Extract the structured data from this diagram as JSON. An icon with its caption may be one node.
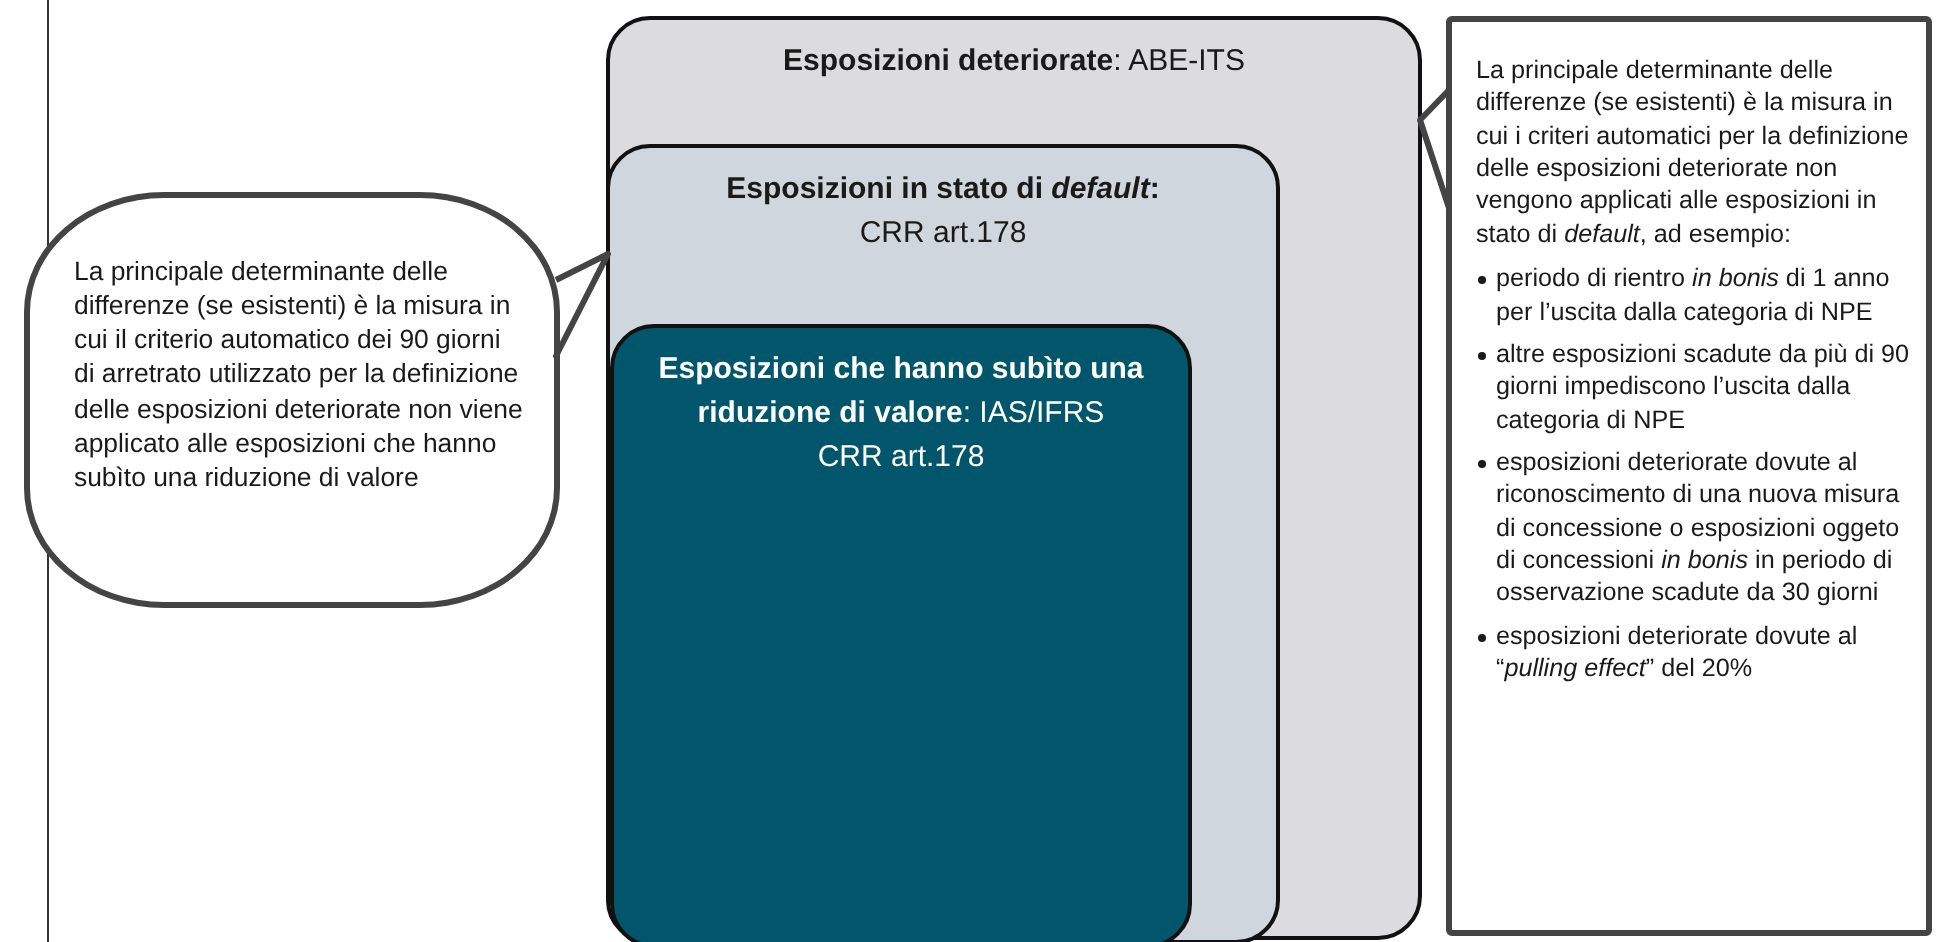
{
  "diagram": {
    "nodes": [
      {
        "text": [
          "**Esposizioni deteriorate**: ABE-ITS"
        ]
      },
      {
        "text": [
          "Esposizioni in stato di *default*:",
          "CRR art.178"
        ],
        "in": 0
      },
      {
        "text": [
          "**Esposizioni che hanno subìto una riduzione di valore**: IAS/IFRS",
          "CRR art.178"
        ],
        "in": 1
      },
      {
        "text": [
          "La principale determinante delle differenze (se esistenti) è la misura in cui il criterio automatico dei 90 giorni di arretrato utilizzato per la definizione delle esposizioni deteriorate non viene applicato alle esposizioni che hanno subìto una riduzione di valore"
        ]
      },
      {
        "text": [
          "La principale determinante delle differenze (se esistenti) è la misura in cui i criteri automatici per la definizione delle esposizioni deteriorate non vengono applicati alle esposizioni in stato di *default*, ad esempio:",
          "periodo di rientro *in bonis* di 1 anno per l’uscita dalla categoria di NPE",
          "altre esposizioni scadute da più di 90 giorni impediscono l’uscita dalla categoria di NPE",
          "esposizioni deteriorate dovute al riconoscimento di una nuova misura di concessione o esposizioni oggeto di concessioni *in bonis* in periodo di osservazione scadute da 30 giorni",
          "esposizioni deteriorate dovute al “*pulling effect*” del 20%"
        ]
      }
    ],
    "edges": [
      {
        "from": 3,
        "to": 1,
        "arrow": "none"
      },
      {
        "from": 4,
        "to": 0,
        "arrow": "none"
      }
    ]
  }
}
